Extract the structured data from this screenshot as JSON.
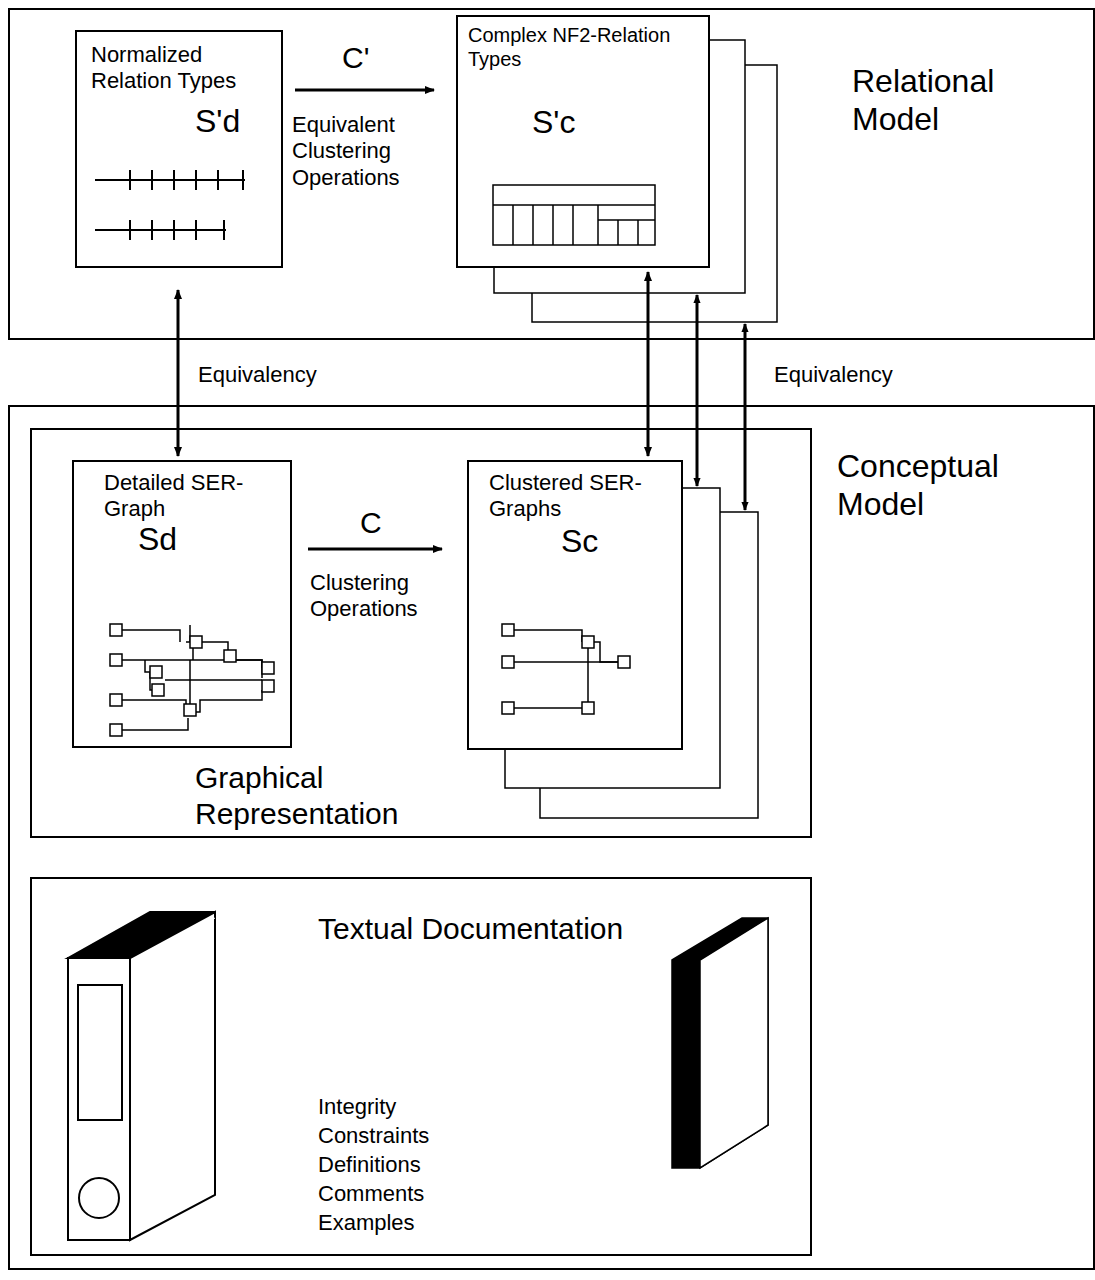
{
  "diagram": {
    "nodes": [
      {
        "text": [
          "Relational Model"
        ]
      },
      {
        "text": [
          "Normalized Relation Types",
          "S'd"
        ],
        "in": 0
      },
      {
        "text": [
          "Complex NF2-Relation Types",
          "S'c"
        ],
        "in": 0
      },
      {
        "text": [
          "Conceptual Model"
        ]
      },
      {
        "text": [
          "Graphical Representation"
        ],
        "in": 3
      },
      {
        "text": [
          "Detailed SER-Graph",
          "Sd"
        ],
        "in": 4
      },
      {
        "text": [
          "Clustered SER-Graphs",
          "Sc"
        ],
        "in": 4
      },
      {
        "text": [
          "Textual Documentation",
          "Integrity Constraints",
          "Definitions",
          "Comments",
          "Examples"
        ],
        "in": 3
      }
    ],
    "edges": [
      {
        "from": 1,
        "to": 2,
        "label": "C'",
        "arrow": "to"
      },
      {
        "from": 5,
        "to": 6,
        "label": "C",
        "arrow": "to"
      },
      {
        "from": 1,
        "to": 5,
        "label": "Equivalency",
        "arrow": "both"
      },
      {
        "from": 2,
        "to": 6,
        "label": "Equivalency",
        "arrow": "both"
      }
    ],
    "labels": [
      "Equivalent Clustering Operations",
      "Clustering Operations"
    ]
  }
}
